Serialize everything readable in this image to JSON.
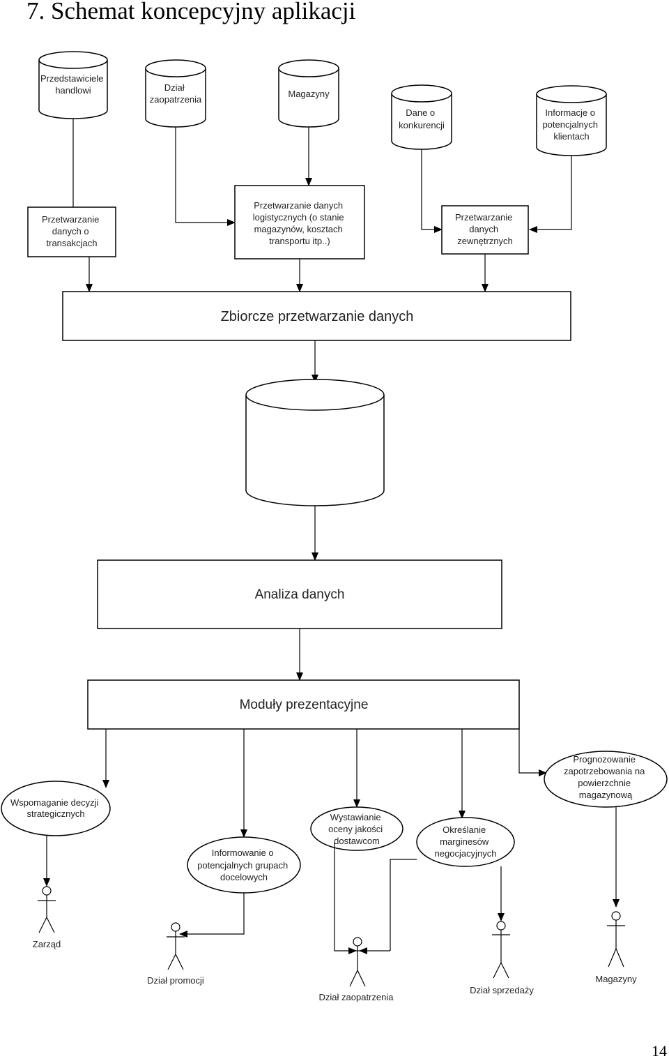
{
  "page": {
    "title": "7. Schemat koncepcyjny aplikacji",
    "page_number": "14"
  },
  "sources": [
    {
      "id": "src-sales",
      "lines": [
        "Przedstawiciele",
        "handlowi"
      ]
    },
    {
      "id": "src-purchasing",
      "lines": [
        "Dział",
        "zaopatrzenia"
      ]
    },
    {
      "id": "src-warehouses",
      "lines": [
        "Magazyny"
      ]
    },
    {
      "id": "src-competition",
      "lines": [
        "Dane o",
        "konkurencji"
      ]
    },
    {
      "id": "src-prospects",
      "lines": [
        "Informacje o",
        "potencjalnych",
        "klientach"
      ]
    }
  ],
  "processing": [
    {
      "id": "proc-transactions",
      "lines": [
        "Przetwarzanie",
        "danych o",
        "transakcjach"
      ]
    },
    {
      "id": "proc-logistics",
      "lines": [
        "Przetwarzanie danych",
        "logistycznych (o stanie",
        "magazynów, kosztach",
        "transportu itp..)"
      ]
    },
    {
      "id": "proc-external",
      "lines": [
        "Przetwarzanie",
        "danych",
        "zewnętrznych"
      ]
    }
  ],
  "aggregate": {
    "label": "Zbiorcze przetwarzanie danych"
  },
  "analysis": {
    "label": "Analiza danych"
  },
  "presentation": {
    "label": "Moduły prezentacyjne"
  },
  "use_cases": [
    {
      "id": "uc-strategic",
      "lines": [
        "Wspomaganie decyzji",
        "strategicznych"
      ]
    },
    {
      "id": "uc-target-groups",
      "lines": [
        "Informowanie o",
        "potencjalnych grupach",
        "docelowych"
      ]
    },
    {
      "id": "uc-supplier-rating",
      "lines": [
        "Wystawianie",
        "oceny jakości",
        "dostawcom"
      ]
    },
    {
      "id": "uc-margins",
      "lines": [
        "Określanie",
        "marginesów",
        "negocjacyjnych"
      ]
    },
    {
      "id": "uc-forecast",
      "lines": [
        "Prognozowanie",
        "zapotrzebowania na",
        "powierzchnie",
        "magazynową"
      ]
    }
  ],
  "actors": [
    {
      "id": "actor-board",
      "label": "Zarząd"
    },
    {
      "id": "actor-promotion",
      "label": "Dział promocji"
    },
    {
      "id": "actor-purchasing",
      "label": "Dział zaopatrzenia"
    },
    {
      "id": "actor-sales",
      "label": "Dział sprzedaży"
    },
    {
      "id": "actor-warehouses",
      "label": "Magazyny"
    }
  ]
}
